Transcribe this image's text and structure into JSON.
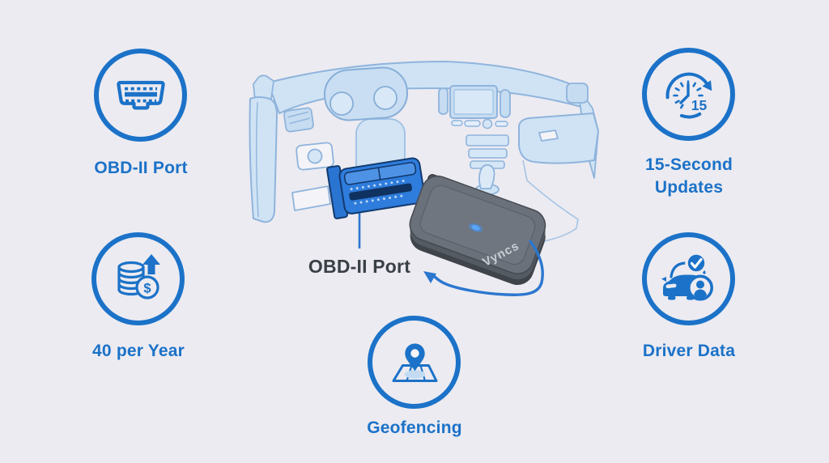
{
  "colors": {
    "background": "#ecebf1",
    "accent_blue": "#1b72c8",
    "center_label_color": "#3a4047",
    "connector_blue": "#2e7cdc",
    "device_gray": "#6b717a",
    "led_blue": "#58a5fa",
    "illustration_line_blue": "#8fb4dc"
  },
  "features": [
    {
      "label": "OBD-II Port"
    },
    {
      "label": "40 per Year",
      "symbol": "$"
    },
    {
      "label": "15-Second Updates",
      "badge": "15"
    },
    {
      "label": "Driver Data"
    },
    {
      "label": "Geofencing"
    }
  ],
  "center": {
    "port_callout": "OBD-II Port",
    "device_brand": "Vyncs"
  }
}
